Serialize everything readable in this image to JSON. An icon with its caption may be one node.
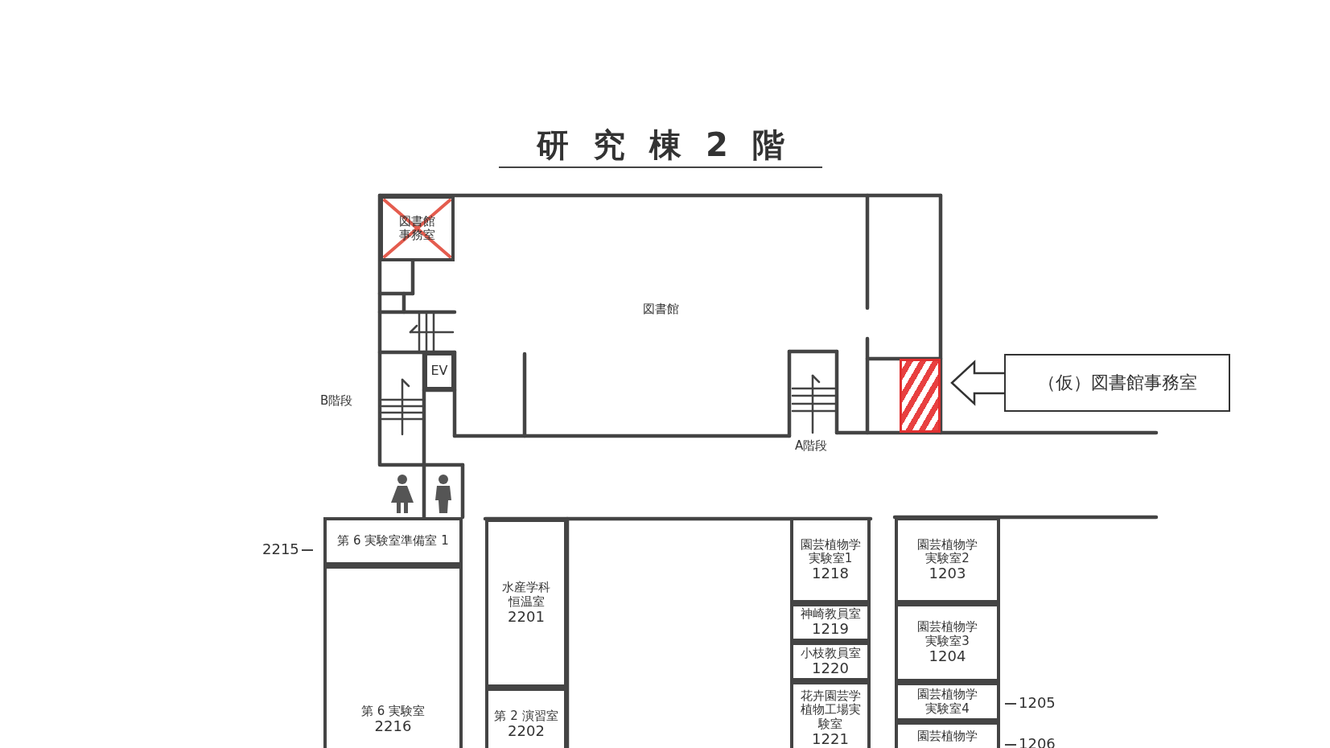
{
  "diagram": {
    "title": "研究棟2階",
    "nodes": [
      {
        "text": [
          "図書館事務室"
        ]
      },
      {
        "text": [
          "図書館"
        ]
      },
      {
        "text": [
          "EV"
        ]
      },
      {
        "text": [],
        "shape": "box"
      },
      {
        "text": [
          "（仮）図書館事務室"
        ]
      },
      {
        "text": [
          "第 6 実験室準備室 1"
        ],
        "beside": [
          "2215"
        ]
      },
      {
        "text": [
          "第 6 実験室",
          "2216"
        ]
      },
      {
        "text": [
          "水産学科恒温室",
          "2201"
        ]
      },
      {
        "text": [
          "第 2 演習室",
          "2202"
        ]
      },
      {
        "text": [
          "園芸植物学実験室1",
          "1218"
        ]
      },
      {
        "text": [
          "神崎教員室",
          "1219"
        ]
      },
      {
        "text": [
          "小枝教員室",
          "1220"
        ]
      },
      {
        "text": [
          "花卉園芸学植物工場実験室",
          "1221"
        ]
      },
      {
        "text": [
          "園芸植物学実験室2",
          "1203"
        ]
      },
      {
        "text": [
          "園芸植物学実験室3",
          "1204"
        ]
      },
      {
        "text": [
          "園芸植物学実験室4"
        ],
        "beside": [
          "1205"
        ]
      },
      {
        "text": [
          "園芸植物学"
        ],
        "beside": [
          "1206"
        ]
      }
    ],
    "edges": [
      {
        "from": 4,
        "to": 3,
        "arrow": "to"
      }
    ],
    "labels": [
      "B階段",
      "A階段"
    ]
  }
}
